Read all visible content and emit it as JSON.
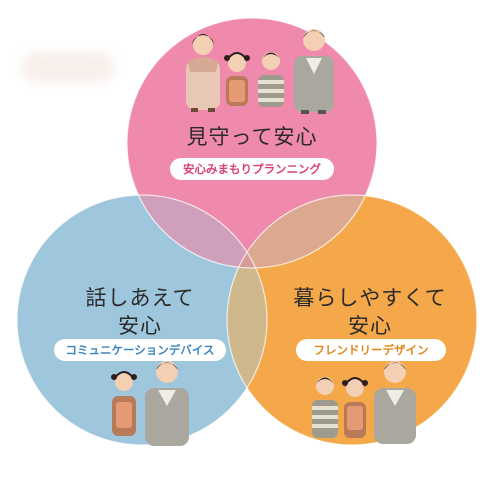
{
  "circles": {
    "top": {
      "title": "見守って安心",
      "subtitle": "安心みまもりプランニング",
      "fill": "#ef8aac",
      "accent": "#d8407a"
    },
    "left": {
      "title_line1": "話しあえて",
      "title_line2": "安心",
      "subtitle": "コミュニケーションデバイス",
      "fill": "#9ec7de",
      "accent": "#3d86bd"
    },
    "right": {
      "title_line1": "暮らしやすくて",
      "title_line2": "安心",
      "subtitle": "フレンドリーデザイン",
      "fill": "#f5a849",
      "accent": "#e0851c"
    }
  },
  "overlaps": {
    "top_left": "#cf9fbc",
    "top_right": "#dca88f",
    "left_right": "#cfb88b",
    "center": "#d89a99"
  },
  "icons": [
    "family-figures-icon",
    "grandfather-child-figures-icon",
    "three-person-figures-icon"
  ]
}
